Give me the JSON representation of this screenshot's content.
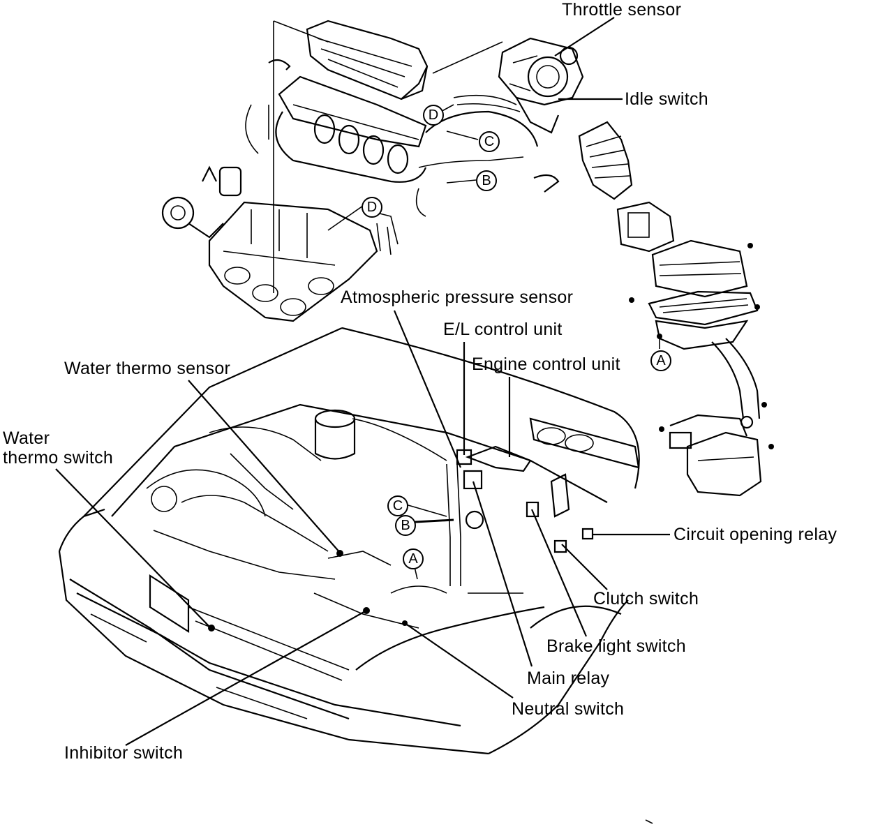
{
  "labels": {
    "throttle_sensor": "Throttle sensor",
    "idle_switch": "Idle switch",
    "atmospheric_pressure_sensor": "Atmospheric pressure sensor",
    "el_control_unit": "E/L control unit",
    "engine_control_unit": "Engine control unit",
    "water_thermo_sensor": "Water thermo sensor",
    "water_thermo_switch": "Water\nthermo switch",
    "circuit_opening_relay": "Circuit opening relay",
    "clutch_switch": "Clutch switch",
    "brake_light_switch": "Brake light switch",
    "main_relay": "Main relay",
    "neutral_switch": "Neutral switch",
    "inhibitor_switch": "Inhibitor switch"
  },
  "connectors": {
    "a": "A",
    "b": "B",
    "c": "C",
    "d": "D"
  }
}
